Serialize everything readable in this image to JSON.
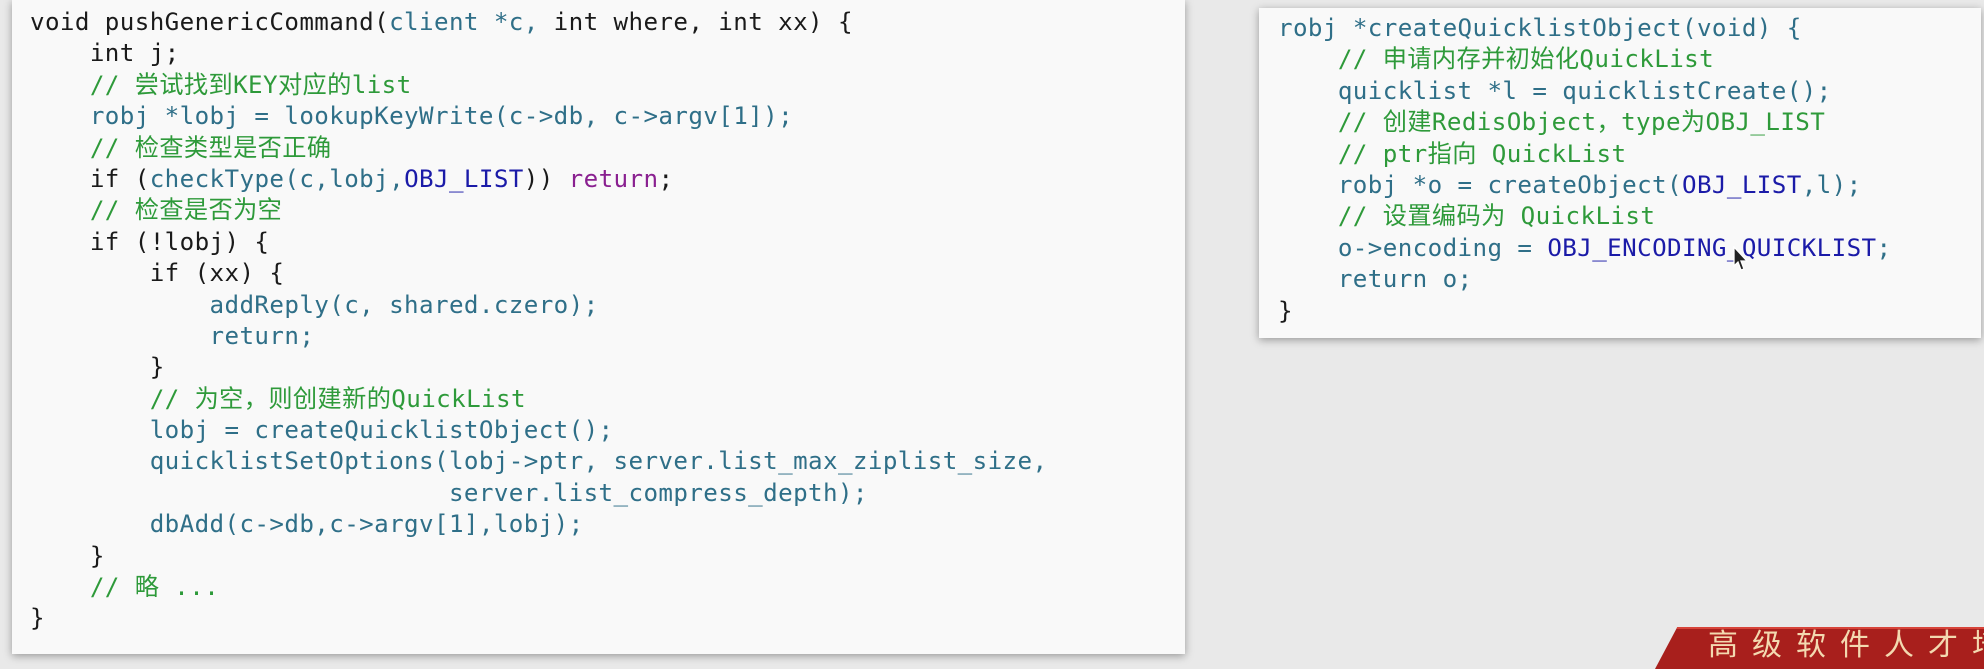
{
  "left_code": {
    "lines": [
      [
        {
          "t": "void pushGenericCommand(",
          "c": "kw"
        },
        {
          "t": "client *c,",
          "c": "fn"
        },
        {
          "t": " int where, int xx) {",
          "c": "kw"
        }
      ],
      [
        {
          "t": "    int j;",
          "c": "kw"
        }
      ],
      [
        {
          "t": "    // 尝试找到KEY对应的list",
          "c": "cm"
        }
      ],
      [
        {
          "t": "    robj *lobj = ",
          "c": "fn"
        },
        {
          "t": "lookupKeyWrite(c->db, c->argv[1]);",
          "c": "fn"
        }
      ],
      [
        {
          "t": "    // 检查类型是否正确",
          "c": "cm"
        }
      ],
      [
        {
          "t": "    if (",
          "c": "kw"
        },
        {
          "t": "checkType(c,lobj,",
          "c": "fn"
        },
        {
          "t": "OBJ_LIST",
          "c": "mc"
        },
        {
          "t": "))",
          "c": "kw"
        },
        {
          "t": " return",
          "c": "rt"
        },
        {
          "t": ";",
          "c": "kw"
        }
      ],
      [
        {
          "t": "    // 检查是否为空",
          "c": "cm"
        }
      ],
      [
        {
          "t": "    if (!lobj) {",
          "c": "kw"
        }
      ],
      [
        {
          "t": "        if (xx) {",
          "c": "kw"
        }
      ],
      [
        {
          "t": "            addReply(c, shared.czero);",
          "c": "fn"
        }
      ],
      [
        {
          "t": "            return;",
          "c": "fn"
        }
      ],
      [
        {
          "t": "        }",
          "c": "kw"
        }
      ],
      [
        {
          "t": "        // 为空，则创建新的QuickList",
          "c": "cm"
        }
      ],
      [
        {
          "t": "        lobj = createQuicklistObject();",
          "c": "fn"
        }
      ],
      [
        {
          "t": "        quicklistSetOptions(lobj->ptr, server.list_max_ziplist_size,",
          "c": "fn"
        }
      ],
      [
        {
          "t": "                            server.list_compress_depth);",
          "c": "fn"
        }
      ],
      [
        {
          "t": "        dbAdd(c->db,c->argv[1],lobj);",
          "c": "fn"
        }
      ],
      [
        {
          "t": "    }",
          "c": "kw"
        }
      ],
      [
        {
          "t": "    // 略 ...",
          "c": "cm"
        }
      ],
      [
        {
          "t": "}",
          "c": "kw"
        }
      ]
    ]
  },
  "right_code": {
    "lines": [
      [
        {
          "t": "robj ",
          "c": "fn"
        },
        {
          "t": "*createQuicklistObject(void) {",
          "c": "fn"
        }
      ],
      [
        {
          "t": "    // 申请内存并初始化QuickList",
          "c": "cm"
        }
      ],
      [
        {
          "t": "    quicklist *l = quicklistCreate();",
          "c": "fn"
        }
      ],
      [
        {
          "t": "    // 创建RedisObject，type为OBJ_LIST",
          "c": "cm"
        }
      ],
      [
        {
          "t": "    // ptr指向 QuickList",
          "c": "cm"
        }
      ],
      [
        {
          "t": "    robj *o = createObject(",
          "c": "fn"
        },
        {
          "t": "OBJ_LIST",
          "c": "mc"
        },
        {
          "t": ",l);",
          "c": "fn"
        }
      ],
      [
        {
          "t": "    // 设置编码为 QuickList",
          "c": "cm"
        }
      ],
      [
        {
          "t": "    o->encoding = ",
          "c": "fn"
        },
        {
          "t": "OBJ_ENCODING_QUICKLIST",
          "c": "mc"
        },
        {
          "t": ";",
          "c": "fn"
        }
      ],
      [
        {
          "t": "    return o;",
          "c": "fn"
        }
      ],
      [
        {
          "t": "}",
          "c": "kw"
        }
      ]
    ]
  },
  "corner_badge": {
    "text": "高级软件人才培"
  },
  "icons": {
    "cursor": "mouse-pointer-icon"
  },
  "colors": {
    "keyword": "#1a1a1a",
    "identifier": "#2f6f88",
    "comment": "#2e9a3a",
    "macro": "#1b1ba8",
    "return": "#8a2090",
    "badge": "#a81f1c"
  }
}
